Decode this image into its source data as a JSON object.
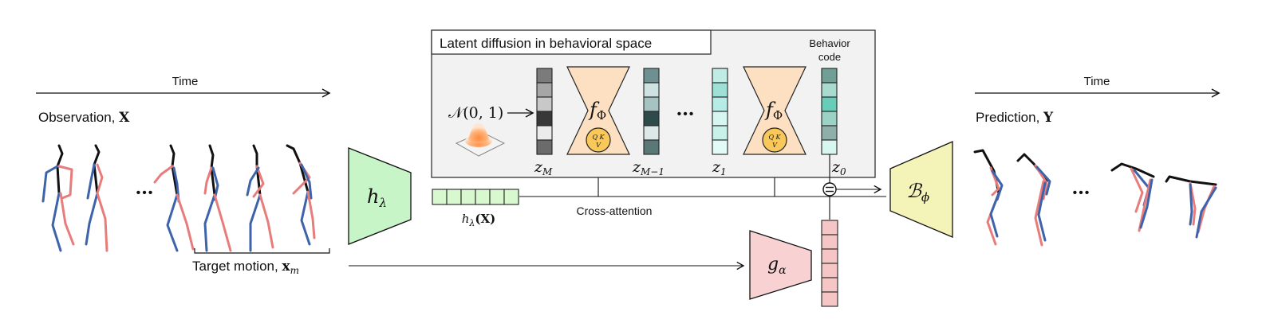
{
  "left": {
    "time_label": "Time",
    "observation_label": "Observation, ",
    "observation_symbol": "X",
    "ellipsis": "•••",
    "target_label": "Target motion, ",
    "target_symbol": "x",
    "target_subscript": "m"
  },
  "encoder": {
    "h_symbol": "h",
    "h_subscript": "λ",
    "embedding_label_h": "h",
    "embedding_label_sub": "λ",
    "embedding_label_arg": "(X)",
    "embedding_cells": 6
  },
  "diffusion": {
    "title": "Latent diffusion in behavioral space",
    "noise_label": "𝒩(0, 1)",
    "f_symbol": "f",
    "f_subscript": "Φ",
    "qkv_top": "Q K",
    "qkv_bottom": "V",
    "z_m": "z",
    "z_m_sub": "M",
    "z_m1": "z",
    "z_m1_sub": "M−1",
    "z_1": "z",
    "z_1_sub": "1",
    "z_0": "z",
    "z_0_sub": "0",
    "ellipsis": "•••",
    "behavior_code_line1": "Behavior",
    "behavior_code_line2": "code",
    "cross_attention_label": "Cross-attention",
    "concat_symbol": "⊜"
  },
  "decoder": {
    "b_symbol": "ℬ",
    "b_subscript": "ϕ",
    "g_symbol": "g",
    "g_subscript": "α"
  },
  "right": {
    "time_label": "Time",
    "prediction_label": "Prediction, ",
    "prediction_symbol": "Y",
    "ellipsis": "•••"
  },
  "colors": {
    "skeleton_blue": "#3d63ab",
    "skeleton_red": "#e77c7b",
    "skeleton_black": "#111111",
    "encoder_green": "#c8f5c8",
    "f_orange": "#fde0c2",
    "decoder_yellow": "#f4f3b8",
    "g_pink": "#f8d1d3",
    "panel_gray": "#f2f2f2",
    "qkv_yellow": "#f8c95a"
  },
  "vectors": {
    "z_m": [
      "#7b7b7b",
      "#a6a6a6",
      "#c8c8c8",
      "#383838",
      "#ebebeb",
      "#6b6b6b"
    ],
    "z_m1": [
      "#6f9090",
      "#cfe2e2",
      "#a7c2c2",
      "#2f4a4a",
      "#dde9e9",
      "#5a7878"
    ],
    "z_1": [
      "#bfece5",
      "#9fe0d6",
      "#b6ece5",
      "#d6f6f1",
      "#c8f1ea",
      "#e3fbf7"
    ],
    "z_0": [
      "#6f9f95",
      "#a8dacf",
      "#67cdb9",
      "#9ad2c6",
      "#8fb0a9",
      "#d7f6f0"
    ],
    "embedding": "#d8f8d0",
    "g_vector": "#f6c6c6"
  }
}
